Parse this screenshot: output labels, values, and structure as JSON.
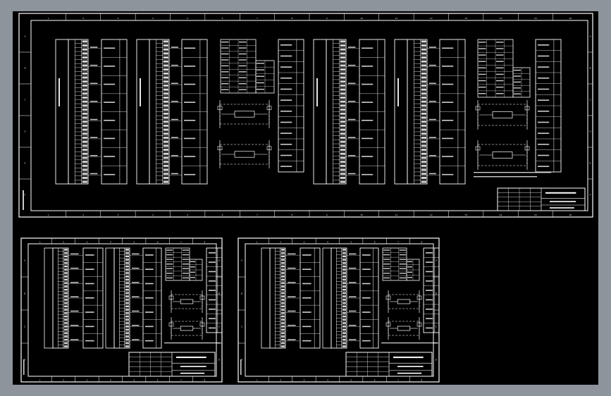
{
  "viewer": {
    "background_color": "#8e949c",
    "canvas_color": "#000000",
    "line_color": "#ffffff"
  },
  "sheets": [
    {
      "name": "sheet-main",
      "column_markers": [
        "1",
        "2",
        "3",
        "4",
        "5",
        "6",
        "7",
        "8",
        "9",
        "10",
        "11",
        "12",
        "13",
        "14",
        "15",
        "16"
      ],
      "row_markers": [
        "A",
        "B",
        "C",
        "D",
        "E",
        "F"
      ]
    },
    {
      "name": "sheet-lower-left",
      "column_markers": [
        "1",
        "2",
        "3",
        "4",
        "5",
        "6",
        "7",
        "8"
      ],
      "row_markers": [
        "A",
        "B",
        "C",
        "D"
      ]
    },
    {
      "name": "sheet-lower-right",
      "column_markers": [
        "1",
        "2",
        "3",
        "4",
        "5",
        "6",
        "7",
        "8"
      ],
      "row_markers": [
        "A",
        "B",
        "C",
        "D"
      ]
    }
  ]
}
